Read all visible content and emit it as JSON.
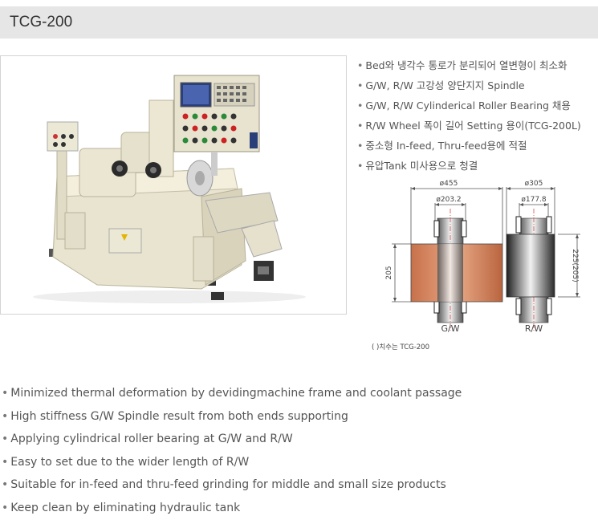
{
  "header": {
    "title": "TCG-200"
  },
  "korean_features": [
    "Bed와 냉각수 통로가 분리되어 열변형이 최소화",
    "G/W, R/W 고강성 양단지지 Spindle",
    "G/W, R/W Cylinderical Roller Bearing 채용",
    "R/W Wheel 폭이 길어 Setting 용이(TCG-200L)",
    "중소형 In-feed, Thru-feed용에 적절",
    "유압Tank 미사용으로 청결"
  ],
  "diagram": {
    "gw_outer": "ø455",
    "gw_inner": "ø203.2",
    "rw_outer": "ø305",
    "rw_inner": "ø177.8",
    "gw_height": "205",
    "rw_height": "225(205)",
    "gw_label": "G/W",
    "rw_label": "R/W",
    "note": "( )치수는 TCG-200"
  },
  "english_features": [
    "Minimized thermal deformation by devidingmachine frame and coolant passage",
    "High stiffness G/W Spindle result from both ends supporting",
    "Applying cylindrical roller bearing at G/W and R/W",
    "Easy to set due to the wider length of R/W",
    "Suitable for in-feed and thru-feed grinding for middle and small size products",
    "Keep clean by eliminating hydraulic tank"
  ],
  "colors": {
    "header_bg": "#e6e6e6",
    "machine_body": "#e9e4cf",
    "wheel_gw": "#d38a62"
  }
}
